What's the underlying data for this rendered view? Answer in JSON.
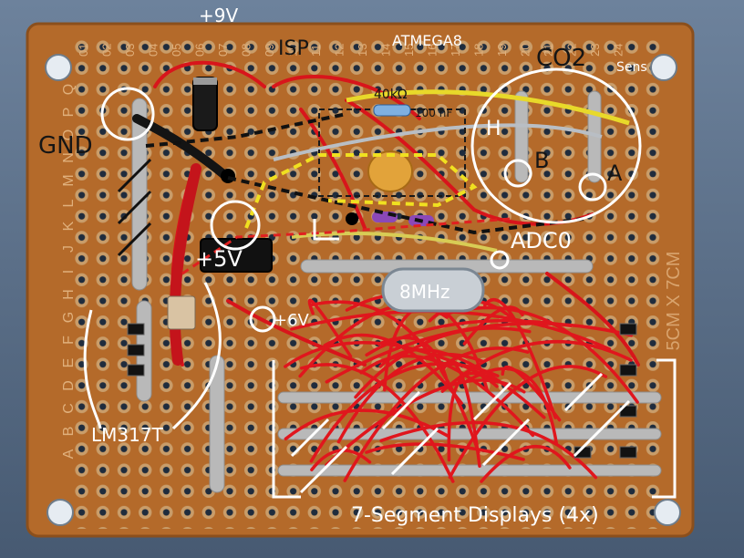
{
  "photo": {
    "subject": "perfboard-circuit",
    "board_colors": {
      "background": "#5a6e86",
      "board": "#b46a2a",
      "pad": "#c99d6a",
      "hole": "#1f2c3d",
      "wire_red": "#d8151b",
      "wire_yellow": "#e8d92a",
      "solder": "#b9b9b9"
    }
  },
  "annotations": {
    "supply_9v": "+9V",
    "isp": "ISP",
    "mcu": "ATMEGA8",
    "co2_sensor": "CO2",
    "co2_sensor_suffix": "Sens",
    "resistor": "40kΩ",
    "capacitor": "100 nF",
    "pin_h": "H",
    "pin_b": "B",
    "pin_a": "A",
    "ground": "GND",
    "supply_5v": "+5V",
    "adc": "ADC0",
    "crystal": "8MHz",
    "supply_6v": "+6V",
    "regulator": "LM317T",
    "displays": "7-Segment Displays (4x)"
  },
  "board_markings": {
    "size": "5CM X 7CM",
    "row_letters": [
      "Q",
      "P",
      "O",
      "N",
      "M",
      "L",
      "K",
      "J",
      "I",
      "H",
      "G",
      "F",
      "E",
      "D",
      "C",
      "B",
      "A"
    ],
    "column_numbers": [
      "01",
      "02",
      "03",
      "04",
      "05",
      "06",
      "07",
      "08",
      "09",
      "10",
      "11",
      "12",
      "13",
      "14",
      "15",
      "16",
      "17",
      "18",
      "19",
      "20",
      "21",
      "22",
      "23",
      "24"
    ]
  }
}
